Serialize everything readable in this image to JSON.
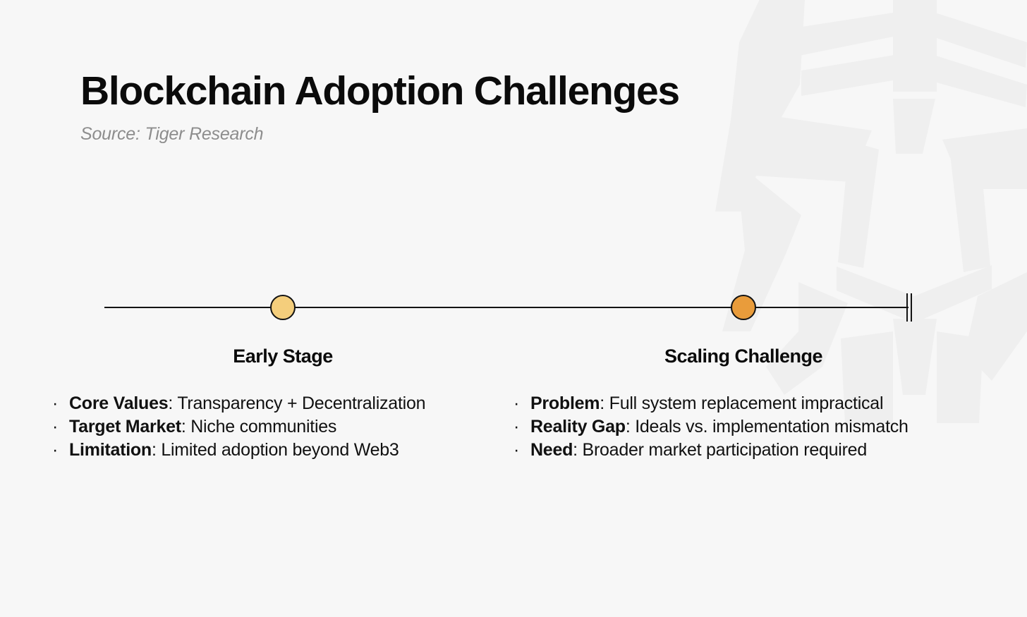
{
  "header": {
    "title": "Blockchain Adoption Challenges",
    "source": "Source: Tiger Research"
  },
  "colors": {
    "background": "#f7f7f7",
    "watermark": "#efefef",
    "axis": "#131313",
    "text": "#0b0b0b",
    "muted_text": "#8d8d8d",
    "node_early": "#f4ce7c",
    "node_scaling": "#e99c3b"
  },
  "timeline": {
    "axis_color": "#131313",
    "endcap_label": "timeline-end",
    "stages": [
      {
        "id": "early",
        "label": "Early Stage",
        "node_color": "#f4ce7c"
      },
      {
        "id": "scaling",
        "label": "Scaling Challenge",
        "node_color": "#e99c3b"
      }
    ]
  },
  "columns": [
    {
      "id": "early",
      "bullet_char": "·",
      "items": [
        {
          "term": "Core Values",
          "rest": ": Transparency + Decentralization"
        },
        {
          "term": "Target Market",
          "rest": ": Niche communities"
        },
        {
          "term": "Limitation",
          "rest": ": Limited adoption beyond Web3"
        }
      ]
    },
    {
      "id": "scaling",
      "bullet_char": "·",
      "items": [
        {
          "term": "Problem",
          "rest": ": Full system replacement impractical"
        },
        {
          "term": "Reality Gap",
          "rest": ": Ideals vs. implementation mismatch"
        },
        {
          "term": "Need",
          "rest": ": Broader market participation required"
        }
      ]
    }
  ]
}
